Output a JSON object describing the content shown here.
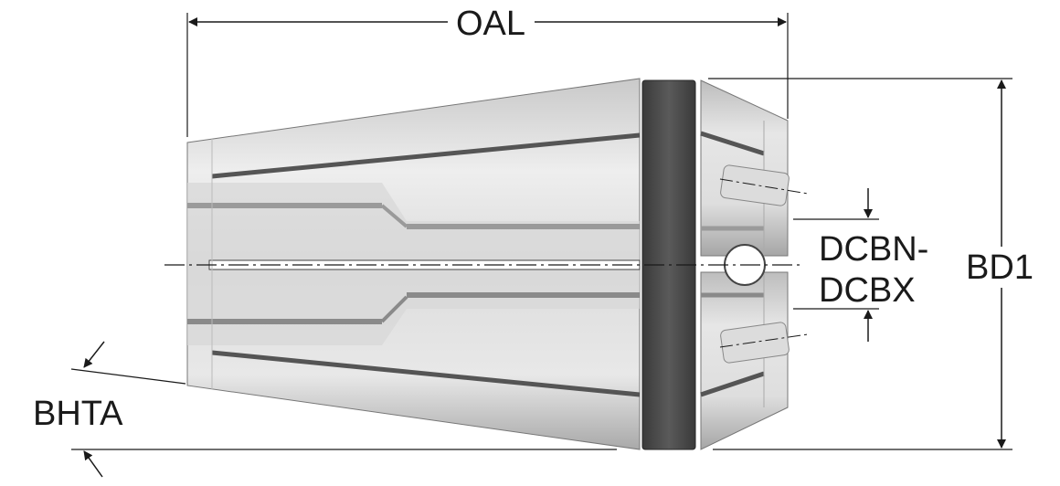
{
  "labels": {
    "oal": "OAL",
    "bd1": "BD1",
    "dcbn": "DCBN-",
    "dcbx": "DCBX",
    "bhta": "BHTA"
  },
  "colors": {
    "line": "#1a1a1a",
    "body_light": "#ececec",
    "body_mid": "#bdbdbd",
    "body_dark": "#9a9a9a",
    "ring": "#4a4a4a",
    "slot": "#555555"
  }
}
